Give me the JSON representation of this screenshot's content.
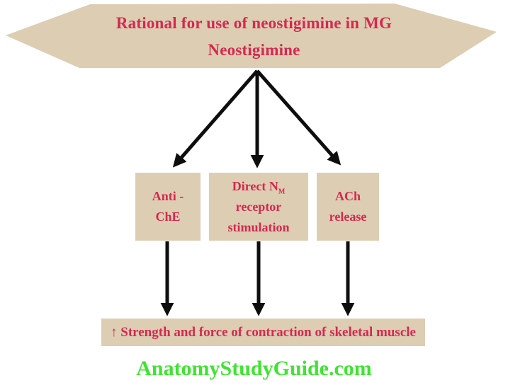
{
  "colors": {
    "shape_fill": "#ddcdb3",
    "text_red": "#d5294f",
    "footer_green": "#3fe431",
    "arrow_black": "#0e0e0e",
    "background": "#ffffff"
  },
  "header": {
    "line1": "Rational for use of neostigimine in MG",
    "line2": "Neostigimine"
  },
  "boxes": {
    "anti_che": {
      "line1": "Anti -",
      "line2": "ChE"
    },
    "direct_nm": {
      "line1_main": "Direct N",
      "line1_sub": "M",
      "line2": "receptor",
      "line3": "stimulation"
    },
    "ach_release": {
      "line1": "ACh",
      "line2": "release"
    }
  },
  "result_box": {
    "label": "↑ Strength and force of contraction of skeletal muscle"
  },
  "footer": {
    "label": "AnatomyStudyGuide.com"
  }
}
